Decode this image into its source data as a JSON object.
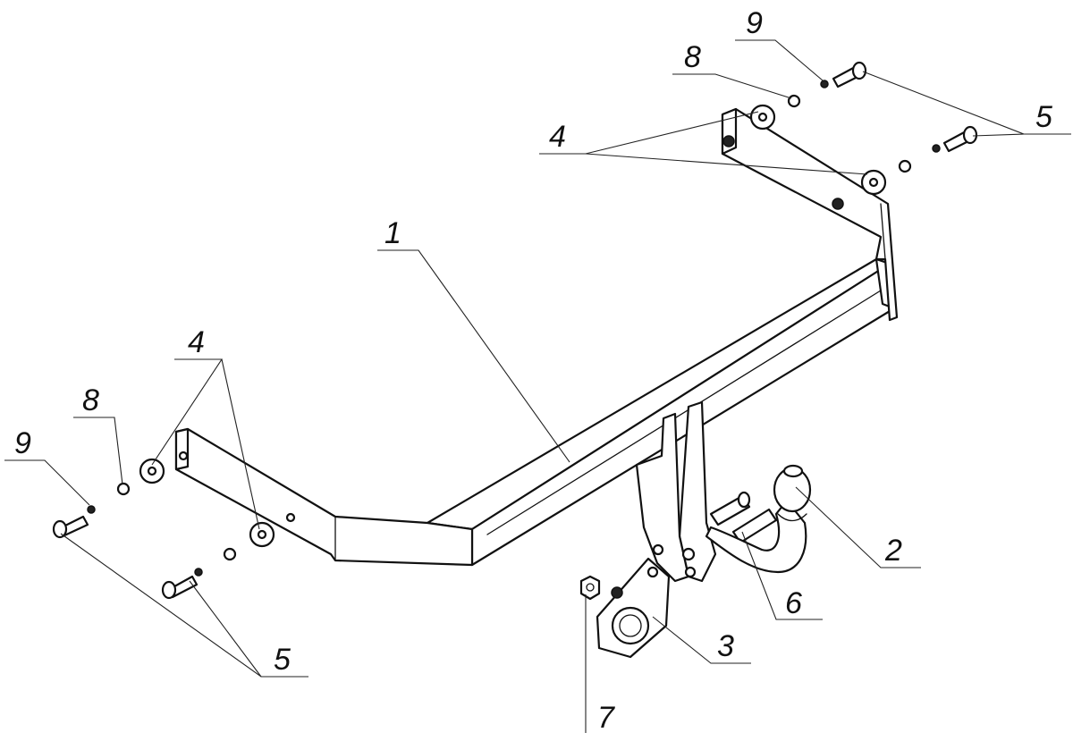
{
  "diagram": {
    "colors": {
      "line": "#111111",
      "background": "#ffffff",
      "fill": "#ffffff"
    },
    "callouts": {
      "c1": "1",
      "c2": "2",
      "c3": "3",
      "c4a": "4",
      "c4b": "4",
      "c5a": "5",
      "c5b": "5",
      "c6": "6",
      "c7": "7",
      "c8a": "8",
      "c8b": "8",
      "c9a": "9",
      "c9b": "9"
    }
  }
}
